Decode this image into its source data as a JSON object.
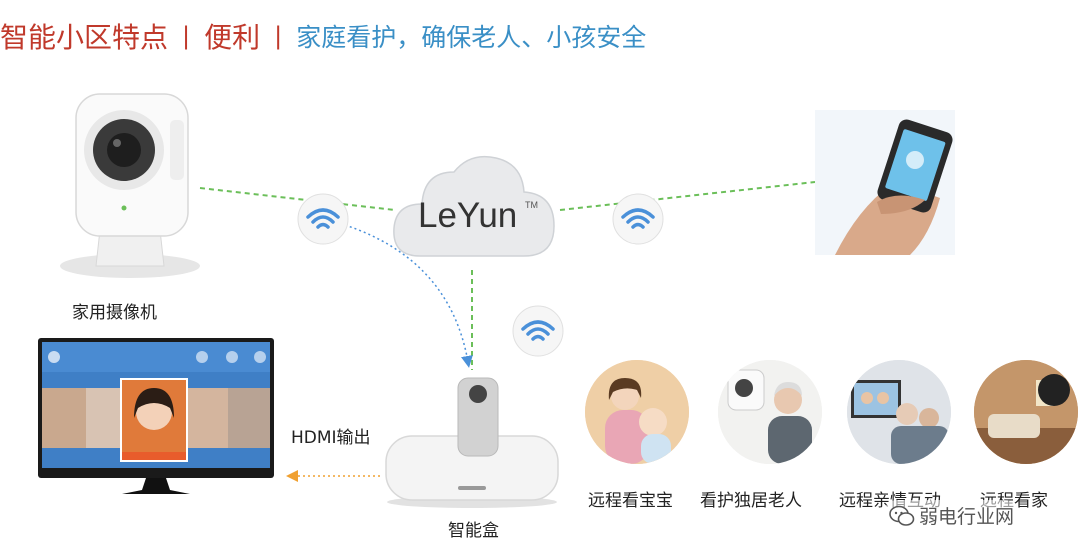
{
  "header": {
    "title": "智能小区特点",
    "separator": "|",
    "keyword": "便利",
    "subtitle": "家庭看护，确保老人、小孩安全"
  },
  "cloud": {
    "brand": "LeYun",
    "trademark": "TM"
  },
  "devices": {
    "camera_label": "家用摄像机",
    "box_label": "智能盒",
    "hdmi_label": "HDMI输出"
  },
  "scenarios": [
    {
      "label": "远程看宝宝"
    },
    {
      "label": "看护独居老人"
    },
    {
      "label": "远程亲情互动"
    },
    {
      "label": "远程看家"
    }
  ],
  "watermark": {
    "text": "弱电行业网"
  },
  "colors": {
    "header_red": "#c0392b",
    "header_blue": "#3a8fc6",
    "link_green": "#6bbf59",
    "link_blue": "#4a90d9",
    "hdmi_orange": "#f0a030"
  }
}
